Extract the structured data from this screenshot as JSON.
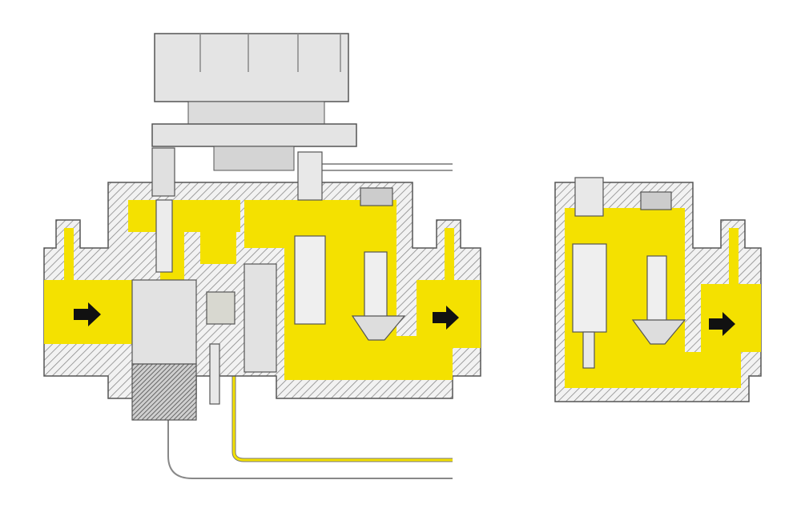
{
  "diagram": {
    "views": [
      {
        "id": "main-valve-section",
        "flow_arrows": 2
      },
      {
        "id": "inset-valve-section",
        "flow_arrows": 1
      }
    ],
    "icons": [
      "flow-arrow-icon"
    ]
  },
  "colors": {
    "fluid": "#f4e100",
    "housing_hatch": "#8a8a8a",
    "parts": "#e2e2e2",
    "outline": "#555555",
    "arrow": "#111111",
    "background": "#ffffff"
  }
}
